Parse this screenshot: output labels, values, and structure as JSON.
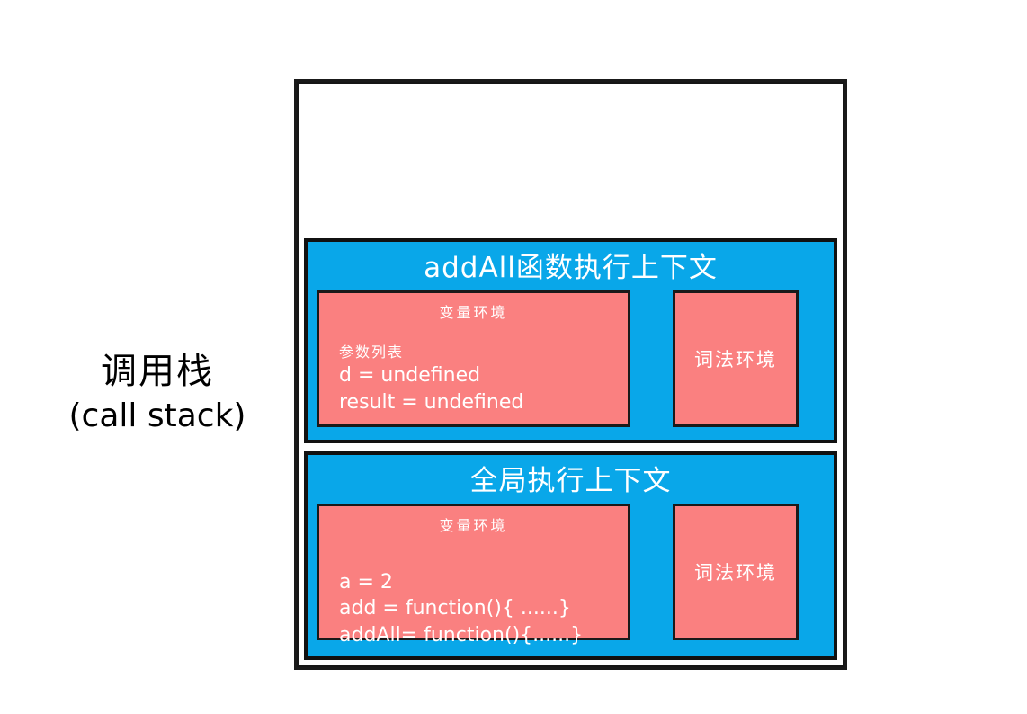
{
  "caption": {
    "chinese": "调用栈",
    "english": "(call stack)"
  },
  "colors": {
    "context_blue": "#09A7E9",
    "environment_pink": "#FA8080",
    "stroke_black": "#1a1a1a",
    "text_white": "#ffffff",
    "background": "#ffffff"
  },
  "call_stack": {
    "frames": [
      {
        "id": "addall-context",
        "title": "addAll函数执行上下文",
        "variable_environment": {
          "heading": "变量环境",
          "lines": [
            "参数列表",
            "d = undefined",
            "result = undefined"
          ]
        },
        "lexical_environment": {
          "label": "词法环境"
        }
      },
      {
        "id": "global-context",
        "title": "全局执行上下文",
        "variable_environment": {
          "heading": "变量环境",
          "lines": [
            "a = 2",
            "add = function(){ ......}",
            "addAll= function(){......}"
          ]
        },
        "lexical_environment": {
          "label": "词法环境"
        }
      }
    ]
  }
}
